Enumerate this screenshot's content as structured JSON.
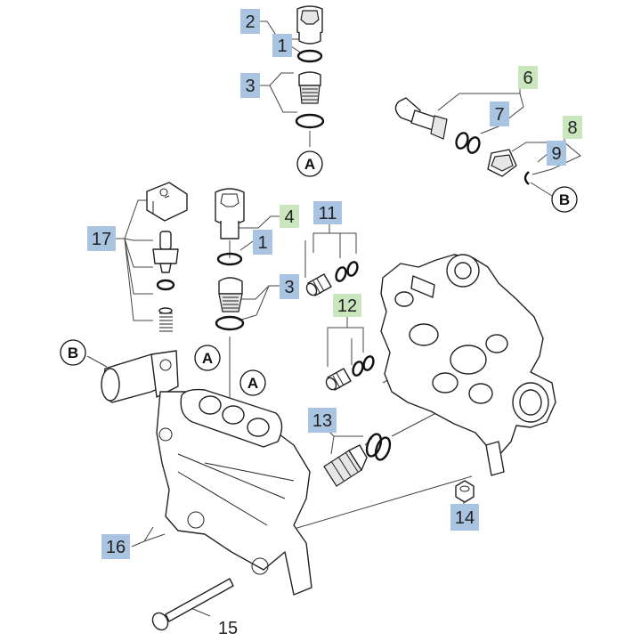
{
  "colors": {
    "callout_blue": "#a9c4e0",
    "callout_green": "#c9e6bf",
    "line": "#444444",
    "text": "#222222"
  },
  "callouts": [
    {
      "id": "c2",
      "label": "2",
      "fill": "blue"
    },
    {
      "id": "c1a",
      "label": "1",
      "fill": "blue"
    },
    {
      "id": "c3a",
      "label": "3",
      "fill": "blue"
    },
    {
      "id": "c6",
      "label": "6",
      "fill": "green"
    },
    {
      "id": "c7",
      "label": "7",
      "fill": "blue"
    },
    {
      "id": "c8",
      "label": "8",
      "fill": "green"
    },
    {
      "id": "c9",
      "label": "9",
      "fill": "blue"
    },
    {
      "id": "c4",
      "label": "4",
      "fill": "green"
    },
    {
      "id": "c1b",
      "label": "1",
      "fill": "blue"
    },
    {
      "id": "c11",
      "label": "11",
      "fill": "blue"
    },
    {
      "id": "c3b",
      "label": "3",
      "fill": "blue"
    },
    {
      "id": "c12",
      "label": "12",
      "fill": "green"
    },
    {
      "id": "c17",
      "label": "17",
      "fill": "blue"
    },
    {
      "id": "c13",
      "label": "13",
      "fill": "blue"
    },
    {
      "id": "c14",
      "label": "14",
      "fill": "blue"
    },
    {
      "id": "c16",
      "label": "16",
      "fill": "blue"
    },
    {
      "id": "c15",
      "label": "15",
      "fill": "none"
    }
  ],
  "refs": [
    {
      "id": "refA1",
      "label": "A"
    },
    {
      "id": "refB1",
      "label": "B"
    },
    {
      "id": "refB2",
      "label": "B"
    },
    {
      "id": "refA2",
      "label": "A"
    },
    {
      "id": "refA3",
      "label": "A"
    }
  ]
}
